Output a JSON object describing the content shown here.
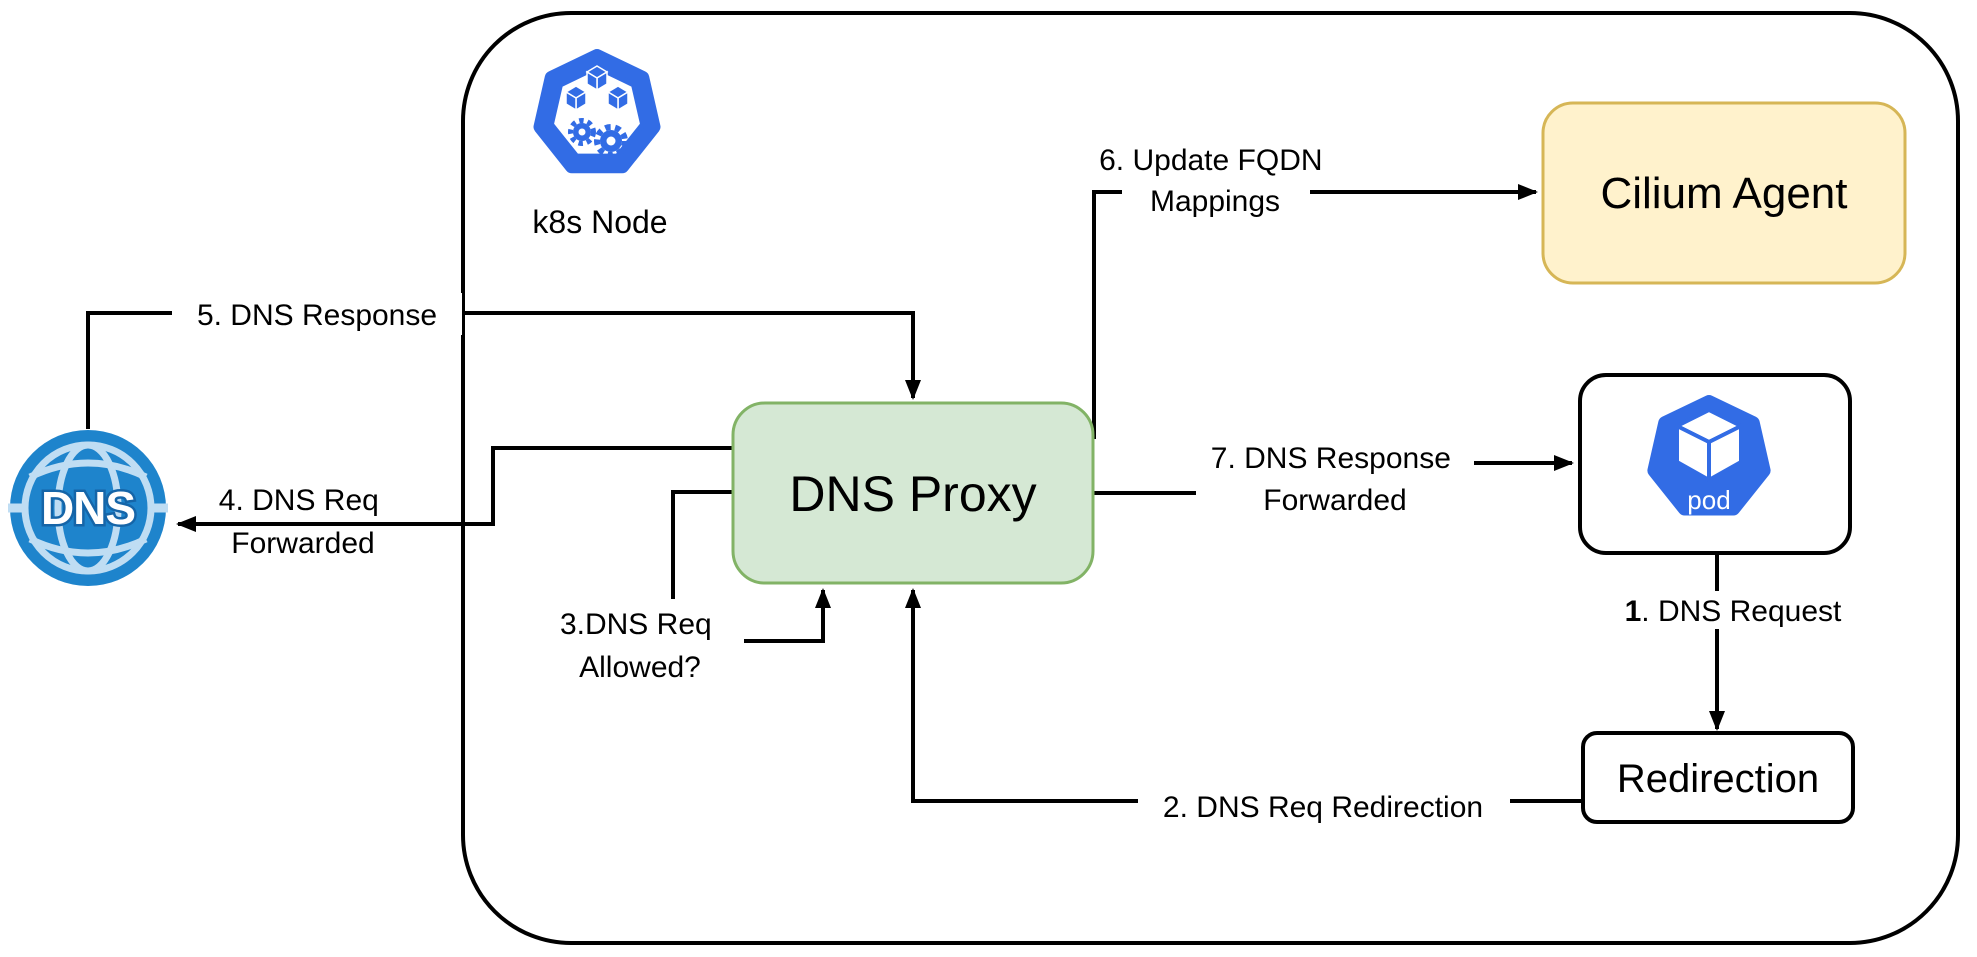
{
  "node": {
    "label": "k8s Node"
  },
  "shapes": {
    "dns_proxy": {
      "label": "DNS Proxy",
      "fill": "#D5E8D4",
      "stroke": "#82B366"
    },
    "cilium_agent": {
      "label": "Cilium Agent",
      "fill": "#FFF2CC",
      "stroke": "#D6B656"
    },
    "pod": {
      "label": "pod",
      "fill": "#326CE5"
    },
    "redirection": {
      "label": "Redirection"
    },
    "dns_server": {
      "label": "DNS"
    }
  },
  "edges": {
    "e1": {
      "num": "1",
      "rest": ". DNS Request"
    },
    "e2": {
      "label": "2. DNS Req Redirection"
    },
    "e3": {
      "line1": "3.DNS Req",
      "line2": "Allowed?"
    },
    "e4": {
      "line1": "4. DNS Req",
      "line2": "Forwarded"
    },
    "e5": {
      "label": "5. DNS Response"
    },
    "e6": {
      "line1": "6. Update FQDN",
      "line2": "Mappings"
    },
    "e7": {
      "line1": "7. DNS Response",
      "line2": "Forwarded"
    }
  },
  "colors": {
    "k8s_blue": "#326CE5",
    "globe_blue": "#1E84CC",
    "globe_lines": "#BFDDF3",
    "line_black": "#000000"
  }
}
